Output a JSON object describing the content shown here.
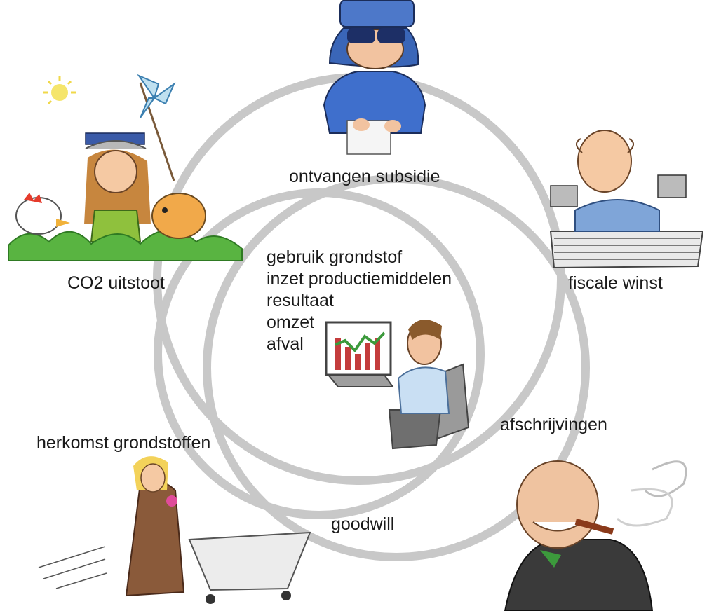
{
  "labels": {
    "top": "ontvangen subsidie",
    "left": "CO2 uitstoot",
    "right": "fiscale winst",
    "bottom_left": "herkomst grondstoffen",
    "bottom_right": "afschrijvingen",
    "bottom": "goodwill"
  },
  "center_items": [
    "gebruik grondstof",
    "inzet  productiemiddelen",
    "resultaat",
    "omzet",
    "afval"
  ],
  "colors": {
    "circle": "#c8c8c8",
    "text": "#1a1a1a"
  },
  "illustrations": [
    "pilot-figure",
    "eco-girl-figure",
    "accountant-figure",
    "analyst-at-computer-figure",
    "shopping-woman-figure",
    "cigar-businessman-figure"
  ]
}
